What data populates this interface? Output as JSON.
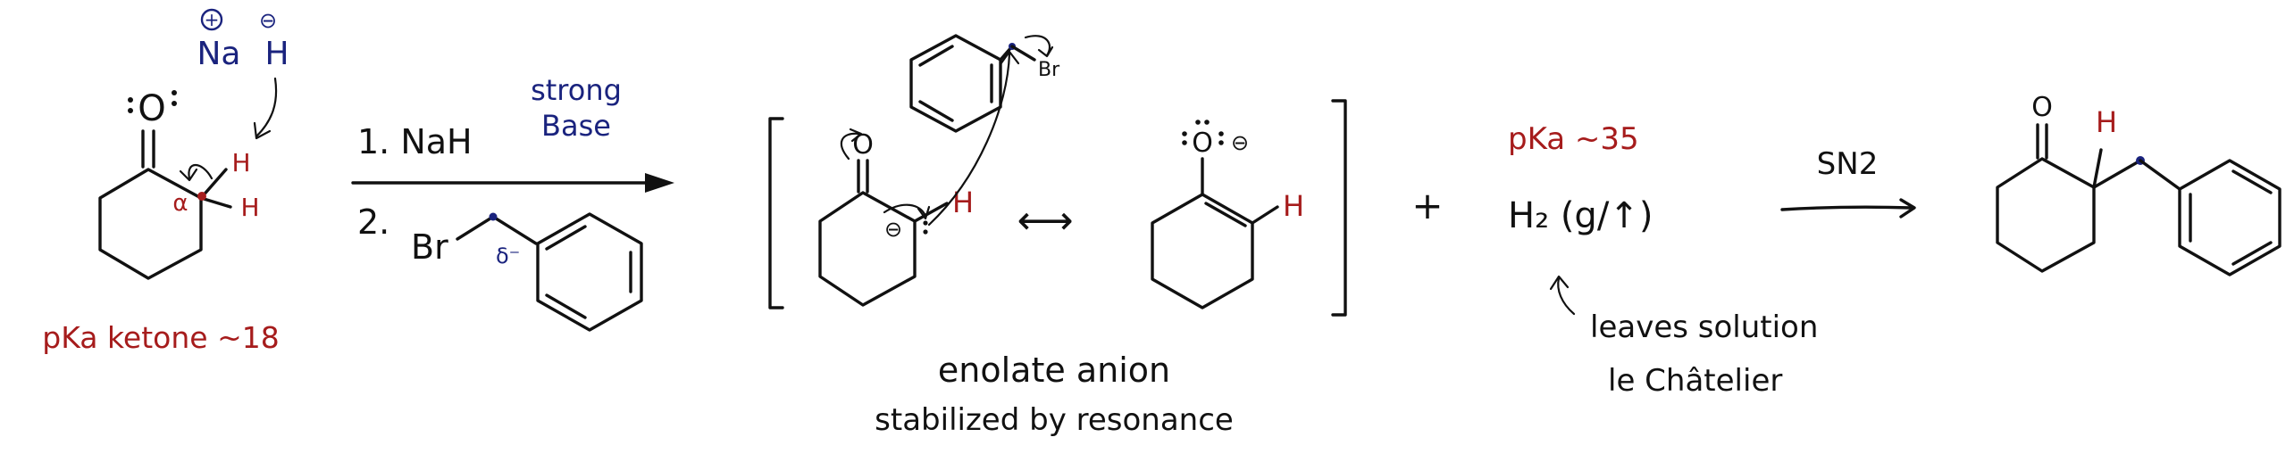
{
  "colors": {
    "ink": "#111111",
    "red": "#a61c1c",
    "blue": "#1a237e"
  },
  "reagent": {
    "na_label": "Na",
    "h_label": "H",
    "plus_charge": "+",
    "minus_charge": "⊖"
  },
  "ketone": {
    "oxygen": "O",
    "h1": "H",
    "h2": "H",
    "alpha": "α",
    "pka_label": "pKa ketone ~18"
  },
  "conditions": {
    "step1": "1. NaH",
    "step1_note_line1": "strong",
    "step1_note_line2": "Base",
    "step2": "2.",
    "br": "Br",
    "delta": "δ⁻"
  },
  "enolate": {
    "benzyl_br": "Br",
    "o_left": "O",
    "h_left": "H",
    "minus_left": "⊖",
    "o_right": "O",
    "minus_right": "⊖",
    "h_right": "H",
    "resonance_arrow": "⟷",
    "caption_line1": "enolate anion",
    "caption_line2": "stabilized by resonance"
  },
  "byproduct": {
    "plus": "+",
    "pka": "pKa ~35",
    "h2": "H₂ (g/↑)",
    "note_line1": "leaves solution",
    "note_line2": "le Châtelier"
  },
  "final": {
    "sn2": "SN2",
    "oxygen": "O",
    "h": "H"
  }
}
